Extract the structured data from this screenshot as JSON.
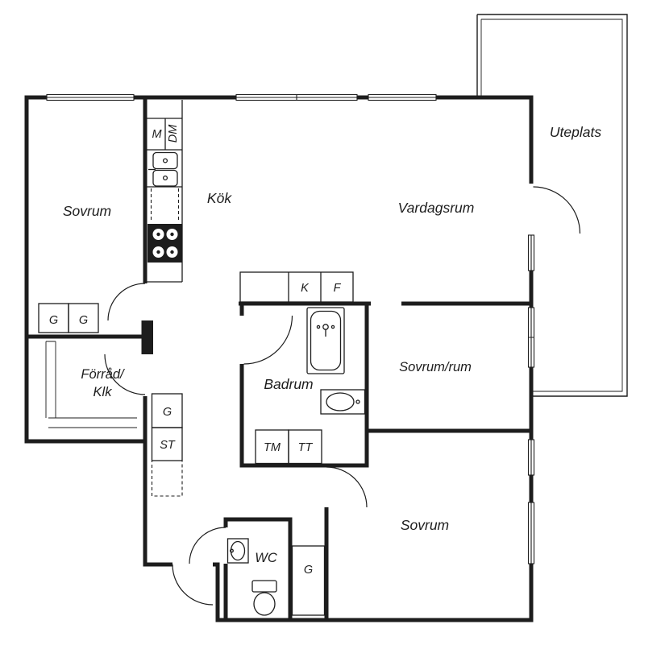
{
  "meta": {
    "type": "floorplan",
    "language": "sv"
  },
  "rooms": {
    "sovrum_nw": "Sovrum",
    "kok": "Kök",
    "vardagsrum": "Vardagsrum",
    "uteplats": "Uteplats",
    "forrad_line1": "Förråd/",
    "forrad_line2": "Klk",
    "badrum": "Badrum",
    "sovrum_rum": "Sovrum/rum",
    "sovrum_s": "Sovrum",
    "wc": "WC"
  },
  "labels": {
    "micro": "M",
    "dishwasher": "DM",
    "fridge": "K",
    "freezer": "F",
    "washer": "TM",
    "dryer": "TT",
    "wardrobe_nw_1": "G",
    "wardrobe_nw_2": "G",
    "wardrobe_hall": "G",
    "cleaning_closet": "ST",
    "wardrobe_entry": "G"
  },
  "colors": {
    "wall": "#1d1d1d",
    "background": "#ffffff",
    "text": "#1d1d1d"
  }
}
